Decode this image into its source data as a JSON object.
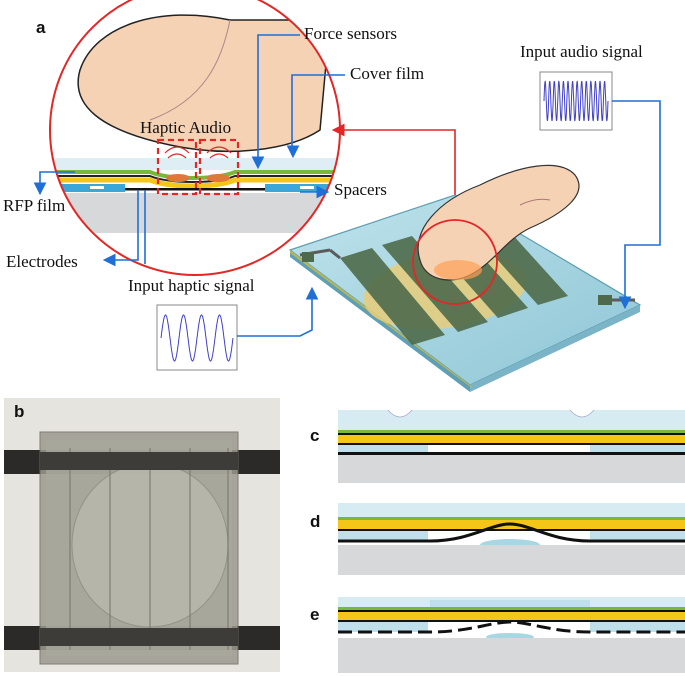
{
  "panels": {
    "a": "a",
    "b": "b",
    "c": "c",
    "d": "d",
    "e": "e"
  },
  "labels": {
    "force_sensors": "Force sensors",
    "cover_film": "Cover film",
    "input_audio": "Input audio signal",
    "haptic_audio": "Haptic Audio",
    "rfp_film": "RFP film",
    "spacers": "Spacers",
    "electrodes": "Electrodes",
    "input_haptic": "Input haptic signal"
  },
  "colors": {
    "circle_red": "#e32626",
    "arrow_blue": "#1f6fd6",
    "film_yellow": "#f5c518",
    "film_green": "#7ab83a",
    "spacer_cyan": "#3aa7d8",
    "substrate_gray": "#d7d8da",
    "cover_blue": "#cfe6ee",
    "finger_skin": "#f6d2b5"
  }
}
